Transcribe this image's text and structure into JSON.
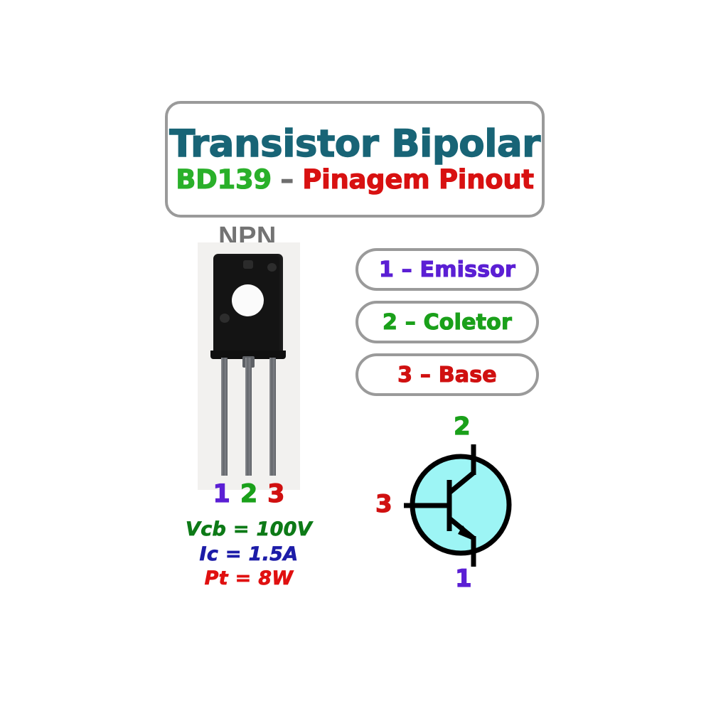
{
  "title_card": {
    "main": "Transistor Bipolar",
    "sub_part_1": "BD139",
    "sub_dash": "–",
    "sub_part_2": "Pinagem Pinout",
    "main_color": "#186476",
    "part_color": "#2ab02a",
    "dash_color": "#6e6e6e",
    "pinout_color": "#d81111",
    "border_color": "#9a9a9a"
  },
  "package": {
    "type_label": "NPN",
    "type_label_color": "#737373",
    "pin_numbers": [
      {
        "num": "1",
        "color": "#5b1fd4"
      },
      {
        "num": "2",
        "color": "#1aa01a"
      },
      {
        "num": "3",
        "color": "#d01010"
      }
    ]
  },
  "specs": [
    {
      "text": "Vcb = 100V",
      "color": "#0d7a17"
    },
    {
      "text": "Ic = 1.5A",
      "color": "#1c1ca8"
    },
    {
      "text": "Pt = 8W",
      "color": "#e01010"
    }
  ],
  "pinout": [
    {
      "label": "1 – Emissor",
      "color": "#5b1fd4"
    },
    {
      "label": "2 – Coletor",
      "color": "#1aa01a"
    },
    {
      "label": "3 – Base",
      "color": "#d01010"
    }
  ],
  "symbol": {
    "kind": "npn-bipolar-transistor",
    "fill_color": "#9df5f5",
    "stroke_color": "#000000",
    "terminals": [
      {
        "num": "2",
        "position": "top",
        "function": "collector",
        "color": "#1aa01a"
      },
      {
        "num": "3",
        "position": "left",
        "function": "base",
        "color": "#d01010"
      },
      {
        "num": "1",
        "position": "bottom",
        "function": "emitter",
        "color": "#5b1fd4"
      }
    ]
  }
}
